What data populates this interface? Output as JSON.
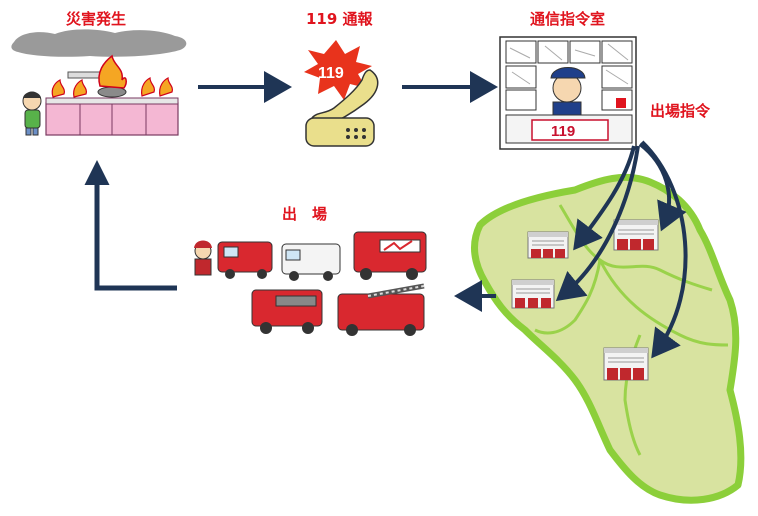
{
  "labels": {
    "disaster": "災害発生",
    "call": "119 通報",
    "command_room": "通信指令室",
    "dispatch_order": "出場指令",
    "dispatch": "出　場",
    "dial_number": "119",
    "console_number": "119"
  },
  "colors": {
    "label_red": "#e0141e",
    "arrow_navy": "#1f3555",
    "map_fill": "#d8e3a0",
    "map_border": "#8ccf3a",
    "kitchen_pink": "#f4b7d3",
    "smoke_gray": "#9a9a9a"
  },
  "icons": [
    "disaster-scene-icon",
    "phone-icon",
    "command-room-icon",
    "fire-station-icon",
    "vehicles-icon",
    "map-icon"
  ]
}
